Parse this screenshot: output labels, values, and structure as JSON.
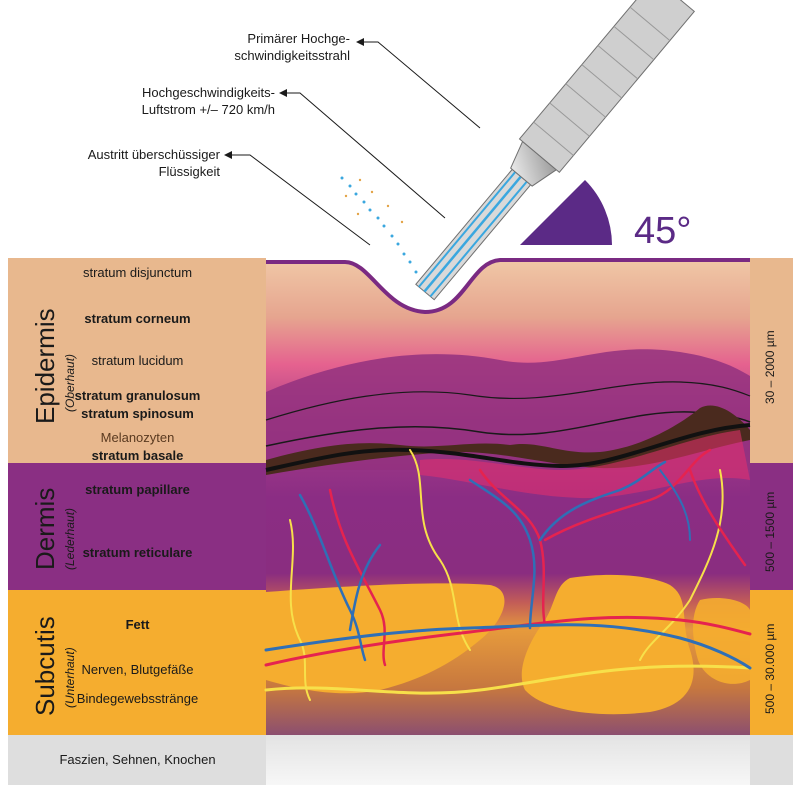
{
  "annotations": {
    "primary_jet": "Primärer Hochge-\nschwindigkeitsstrahl",
    "airflow": "Hochgeschwindigkeits-\nLuftstrom +/– 720 km/h",
    "excess_fluid": "Austritt überschüssiger\nFlüssigkeit",
    "angle": "45°"
  },
  "sections": {
    "epidermis": {
      "title": "Epidermis",
      "subtitle": "(Oberhaut)",
      "depth": "30 – 2000 µm"
    },
    "dermis": {
      "title": "Dermis",
      "subtitle": "(Lederhaut)",
      "depth": "500 – 1500 µm"
    },
    "subcutis": {
      "title": "Subcutis",
      "subtitle": "(Unterhaut)",
      "depth": "500 – 30.000 µm"
    }
  },
  "layers": {
    "disjunctum": "stratum disjunctum",
    "corneum": "stratum corneum",
    "lucidum": "stratum lucidum",
    "granulosum": "stratum granulosum",
    "spinosum": "stratum spinosum",
    "melanozyten": "Melanozyten",
    "basale": "stratum basale",
    "papillare": "stratum papillare",
    "reticulare": "stratum reticulare",
    "fett": "Fett",
    "nerven": "Nerven, Blutgefäße",
    "binde": "Bindegewebsstränge",
    "faszien": "Faszien, Sehnen, Knochen"
  },
  "colors": {
    "epidermis_panel": "#e8b88e",
    "dermis_panel": "#8a2f83",
    "subcutis_panel": "#f5ad2f",
    "deep_panel": "#dcdcdc",
    "angle": "#5b2a86",
    "nozzle_jet": "#3aa7df"
  }
}
